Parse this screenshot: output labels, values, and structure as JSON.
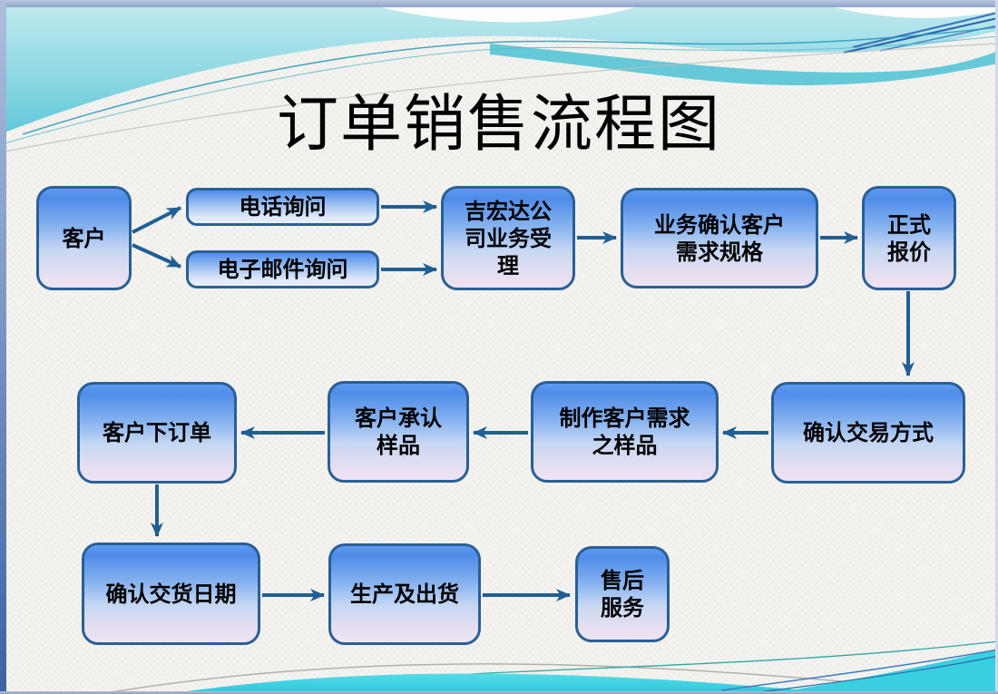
{
  "slide": {
    "title": "订单销售流程图"
  },
  "flowchart": {
    "nodes": [
      {
        "id": "customer",
        "label": "客户"
      },
      {
        "id": "phone-inquiry",
        "label": "电话询问"
      },
      {
        "id": "email-inquiry",
        "label": "电子邮件询问"
      },
      {
        "id": "company-acceptance",
        "label": "吉宏达公司业务受理"
      },
      {
        "id": "confirm-customer-specs",
        "label": "业务确认客户需求规格"
      },
      {
        "id": "formal-quotation",
        "label": "正式报价"
      },
      {
        "id": "confirm-trade-method",
        "label": "确认交易方式"
      },
      {
        "id": "make-sample",
        "label": "制作客户需求之样品"
      },
      {
        "id": "customer-approves-sample",
        "label": "客户承认样品"
      },
      {
        "id": "customer-places-order",
        "label": "客户下订单"
      },
      {
        "id": "confirm-delivery-date",
        "label": "确认交货日期"
      },
      {
        "id": "production-and-shipping",
        "label": "生产及出货"
      },
      {
        "id": "after-sales-service",
        "label": "售后服务"
      }
    ],
    "edges": [
      {
        "from": "customer",
        "to": "phone-inquiry"
      },
      {
        "from": "customer",
        "to": "email-inquiry"
      },
      {
        "from": "phone-inquiry",
        "to": "company-acceptance"
      },
      {
        "from": "email-inquiry",
        "to": "company-acceptance"
      },
      {
        "from": "company-acceptance",
        "to": "confirm-customer-specs"
      },
      {
        "from": "confirm-customer-specs",
        "to": "formal-quotation"
      },
      {
        "from": "formal-quotation",
        "to": "confirm-trade-method"
      },
      {
        "from": "confirm-trade-method",
        "to": "make-sample"
      },
      {
        "from": "make-sample",
        "to": "customer-approves-sample"
      },
      {
        "from": "customer-approves-sample",
        "to": "customer-places-order"
      },
      {
        "from": "customer-places-order",
        "to": "confirm-delivery-date"
      },
      {
        "from": "confirm-delivery-date",
        "to": "production-and-shipping"
      },
      {
        "from": "production-and-shipping",
        "to": "after-sales-service"
      }
    ],
    "colors": {
      "node_border": "#2a5f96",
      "node_fill_top": "#4f8ce8",
      "node_fill_bottom": "#f0e3f2",
      "arrow": "#1f5f94",
      "wave_cyan": "#63c9d9",
      "frame_blue": "#8da3ca",
      "title_text": "#000000"
    }
  }
}
